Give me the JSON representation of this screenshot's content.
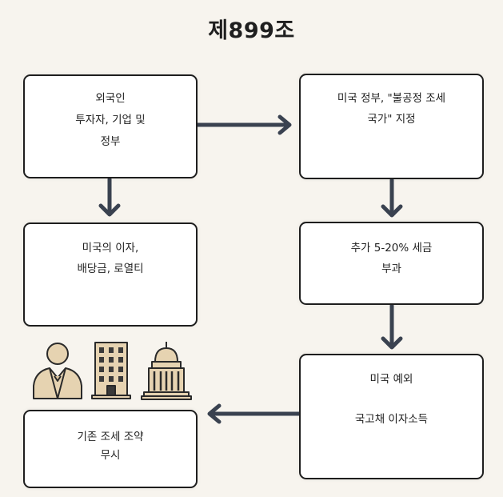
{
  "title": "제899조",
  "boxes": {
    "foreign_investors": {
      "line1": "외국인",
      "line2": "투자자, 기업 및",
      "line3": "정부"
    },
    "us_income": {
      "line1": "미국의 이자,",
      "line2": "배당금, 로열티"
    },
    "ignore_treaties": {
      "line1": "기존 조세 조약",
      "line2": "무시"
    },
    "designation": {
      "line1": "미국 정부, \"불공정 조세",
      "line2": "국가\" 지정"
    },
    "surtax": {
      "line1": "추가 5-20% 세금",
      "line2": "부과"
    },
    "exception": {
      "line1": "미국 예외",
      "line2": "국고채 이자소득"
    }
  },
  "icons": [
    "person-icon",
    "office-building-icon",
    "capitol-icon"
  ],
  "colors": {
    "arrow": "#3a4250",
    "icon_fill": "#e6d3b1",
    "icon_stroke": "#2a2a2a",
    "background": "#f7f4ee"
  }
}
